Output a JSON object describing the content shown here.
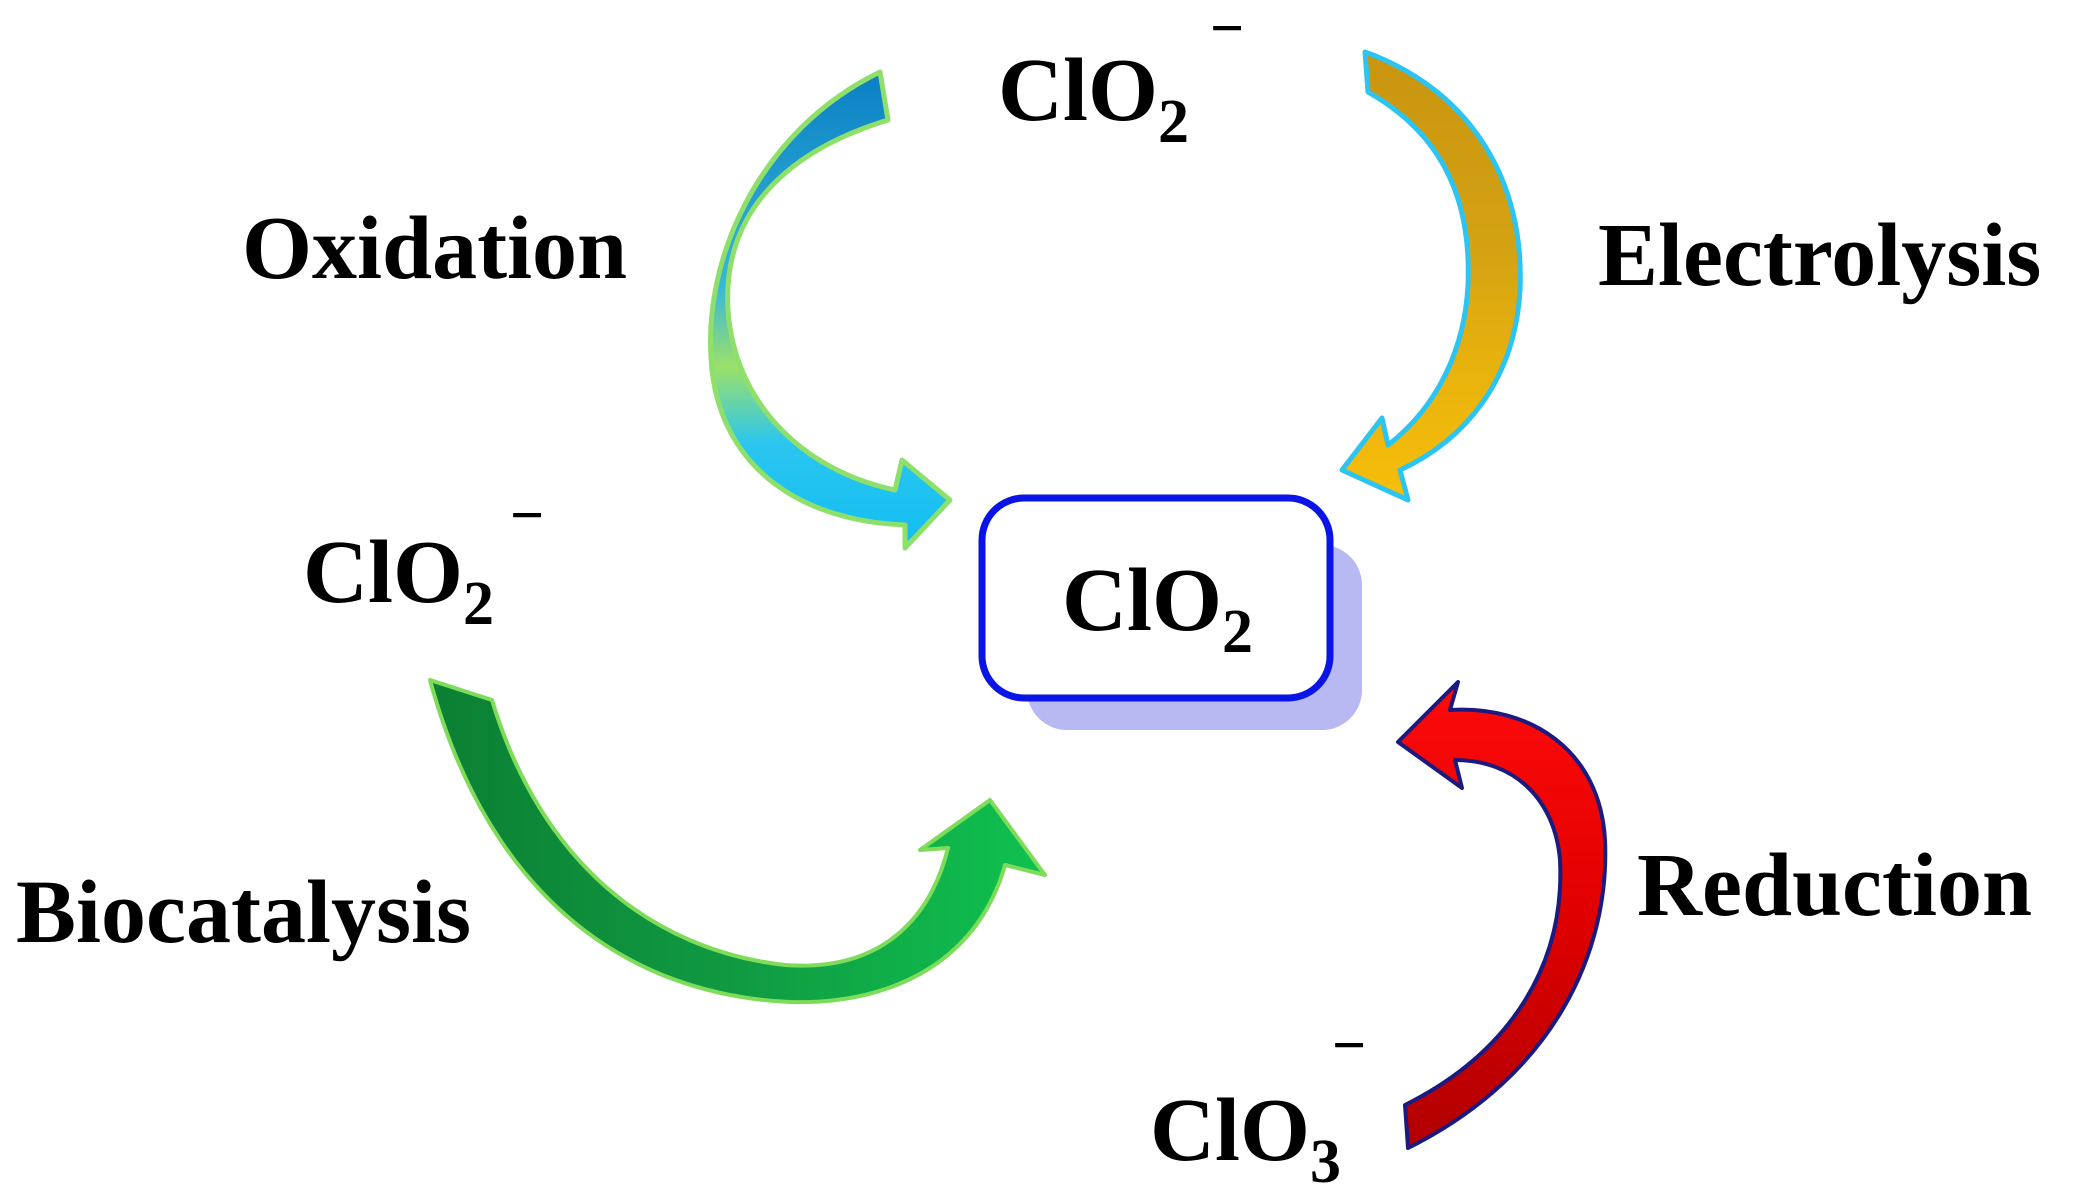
{
  "center": {
    "formula": "ClO",
    "subscript": "2"
  },
  "sources": {
    "top": {
      "formula": "ClO",
      "subscript": "2",
      "charge": "−"
    },
    "left": {
      "formula": "ClO",
      "subscript": "2",
      "charge": "−"
    },
    "bottom": {
      "formula": "ClO",
      "subscript": "3",
      "charge": "−"
    }
  },
  "processes": {
    "oxidation": "Oxidation",
    "electrolysis": "Electrolysis",
    "biocatalysis": "Biocatalysis",
    "reduction": "Reduction"
  },
  "colors": {
    "box_border": "#0a14e6",
    "box_shadow": "#b8b8f2",
    "oxidation_arrow": [
      "#0a7fc4",
      "#7ed957",
      "#12bdf2"
    ],
    "electrolysis_arrow": [
      "#c9940f",
      "#16c0f0",
      "#f2b80e"
    ],
    "biocatalysis_arrow": [
      "#0b8a3a",
      "#0fba4d"
    ],
    "reduction_arrow": [
      "#c00000",
      "#ff0000"
    ]
  }
}
